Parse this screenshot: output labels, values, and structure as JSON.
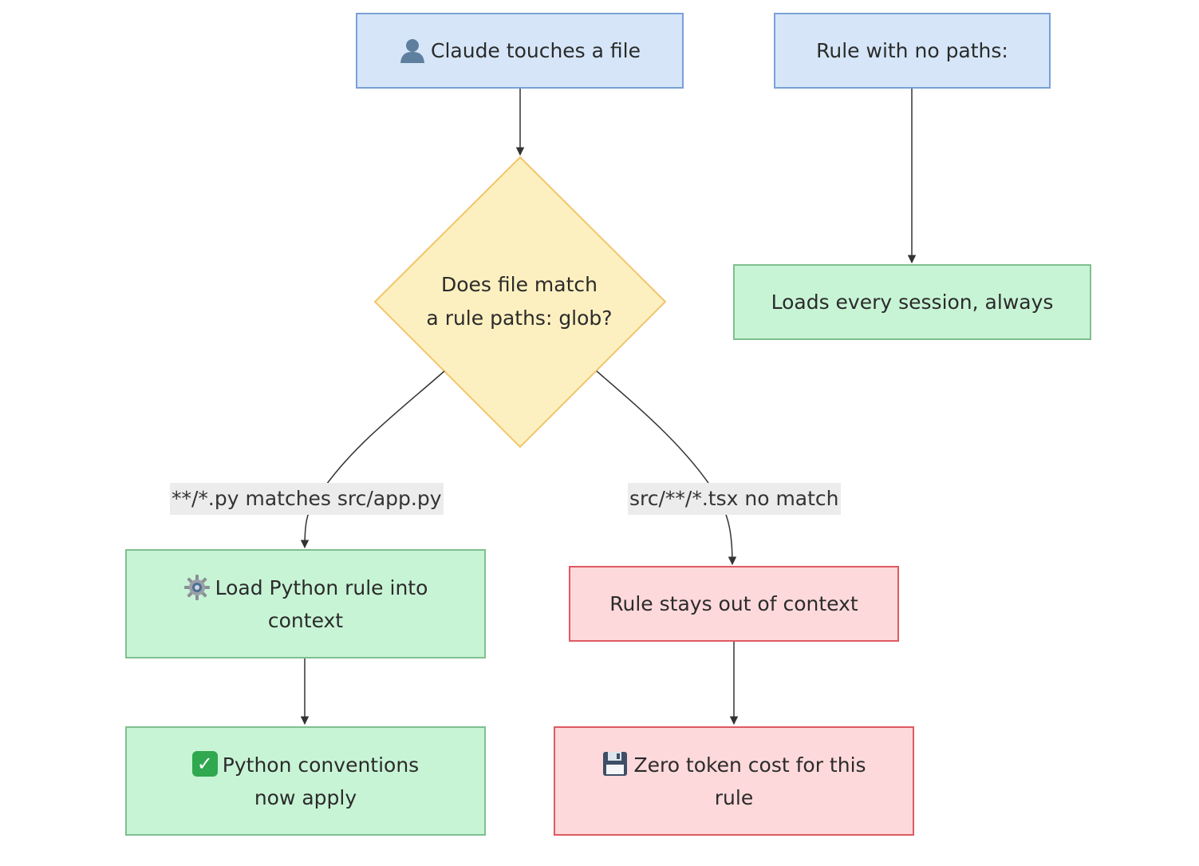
{
  "nodes": {
    "start": {
      "label": "Claude touches a file",
      "icon": "user-icon"
    },
    "no_paths": {
      "label": "Rule with no paths:"
    },
    "decision": {
      "line1": "Does file match",
      "line2": "a rule paths: glob?"
    },
    "always": {
      "label": "Loads every session, always"
    },
    "load_python": {
      "line1": "Load Python rule into",
      "line2": "context",
      "icon": "gear-icon"
    },
    "conventions": {
      "line1": "Python conventions",
      "line2": "now apply",
      "icon": "check-icon"
    },
    "out_of_context": {
      "label": "Rule stays out of context"
    },
    "zero_cost": {
      "line1": "Zero token cost for this",
      "line2": "rule",
      "icon": "floppy-icon"
    }
  },
  "edge_labels": {
    "match": "**/*.py matches src/app.py",
    "no_match": "src/**/*.tsx no match"
  },
  "colors": {
    "start_fill": "#d6e6f8",
    "start_stroke": "#7aa1d6",
    "decision_fill": "#fdf0c0",
    "decision_stroke": "#f2c56b",
    "success_fill": "#c8f4d6",
    "success_stroke": "#7fbf8f",
    "skip_fill": "#fdd9db",
    "skip_stroke": "#de5a62",
    "edge": "#333333",
    "edge_label_bg": "#ececec"
  }
}
